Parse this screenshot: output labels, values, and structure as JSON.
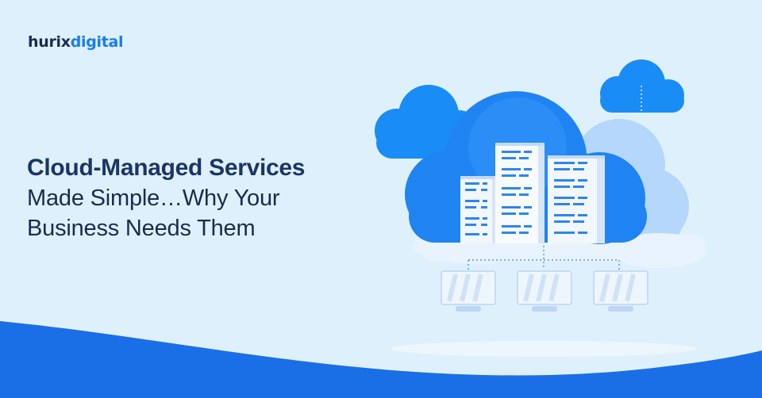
{
  "brand": {
    "name_part1": "hurix",
    "name_part2": "digital"
  },
  "headline": {
    "line1": "Cloud-Managed Services",
    "line2": "Made Simple…Why Your",
    "line3": "Business Needs Them"
  },
  "colors": {
    "background": "#dff0fd",
    "wave": "#1a6fe6",
    "cloud_primary": "#1a7cf0",
    "cloud_light": "#b5d7fb",
    "headline_dark": "#1b3565",
    "brand_accent": "#1a7cf0"
  },
  "illustration": {
    "subject": "cloud-with-server-racks",
    "server_racks": 3,
    "monitors": 3
  }
}
